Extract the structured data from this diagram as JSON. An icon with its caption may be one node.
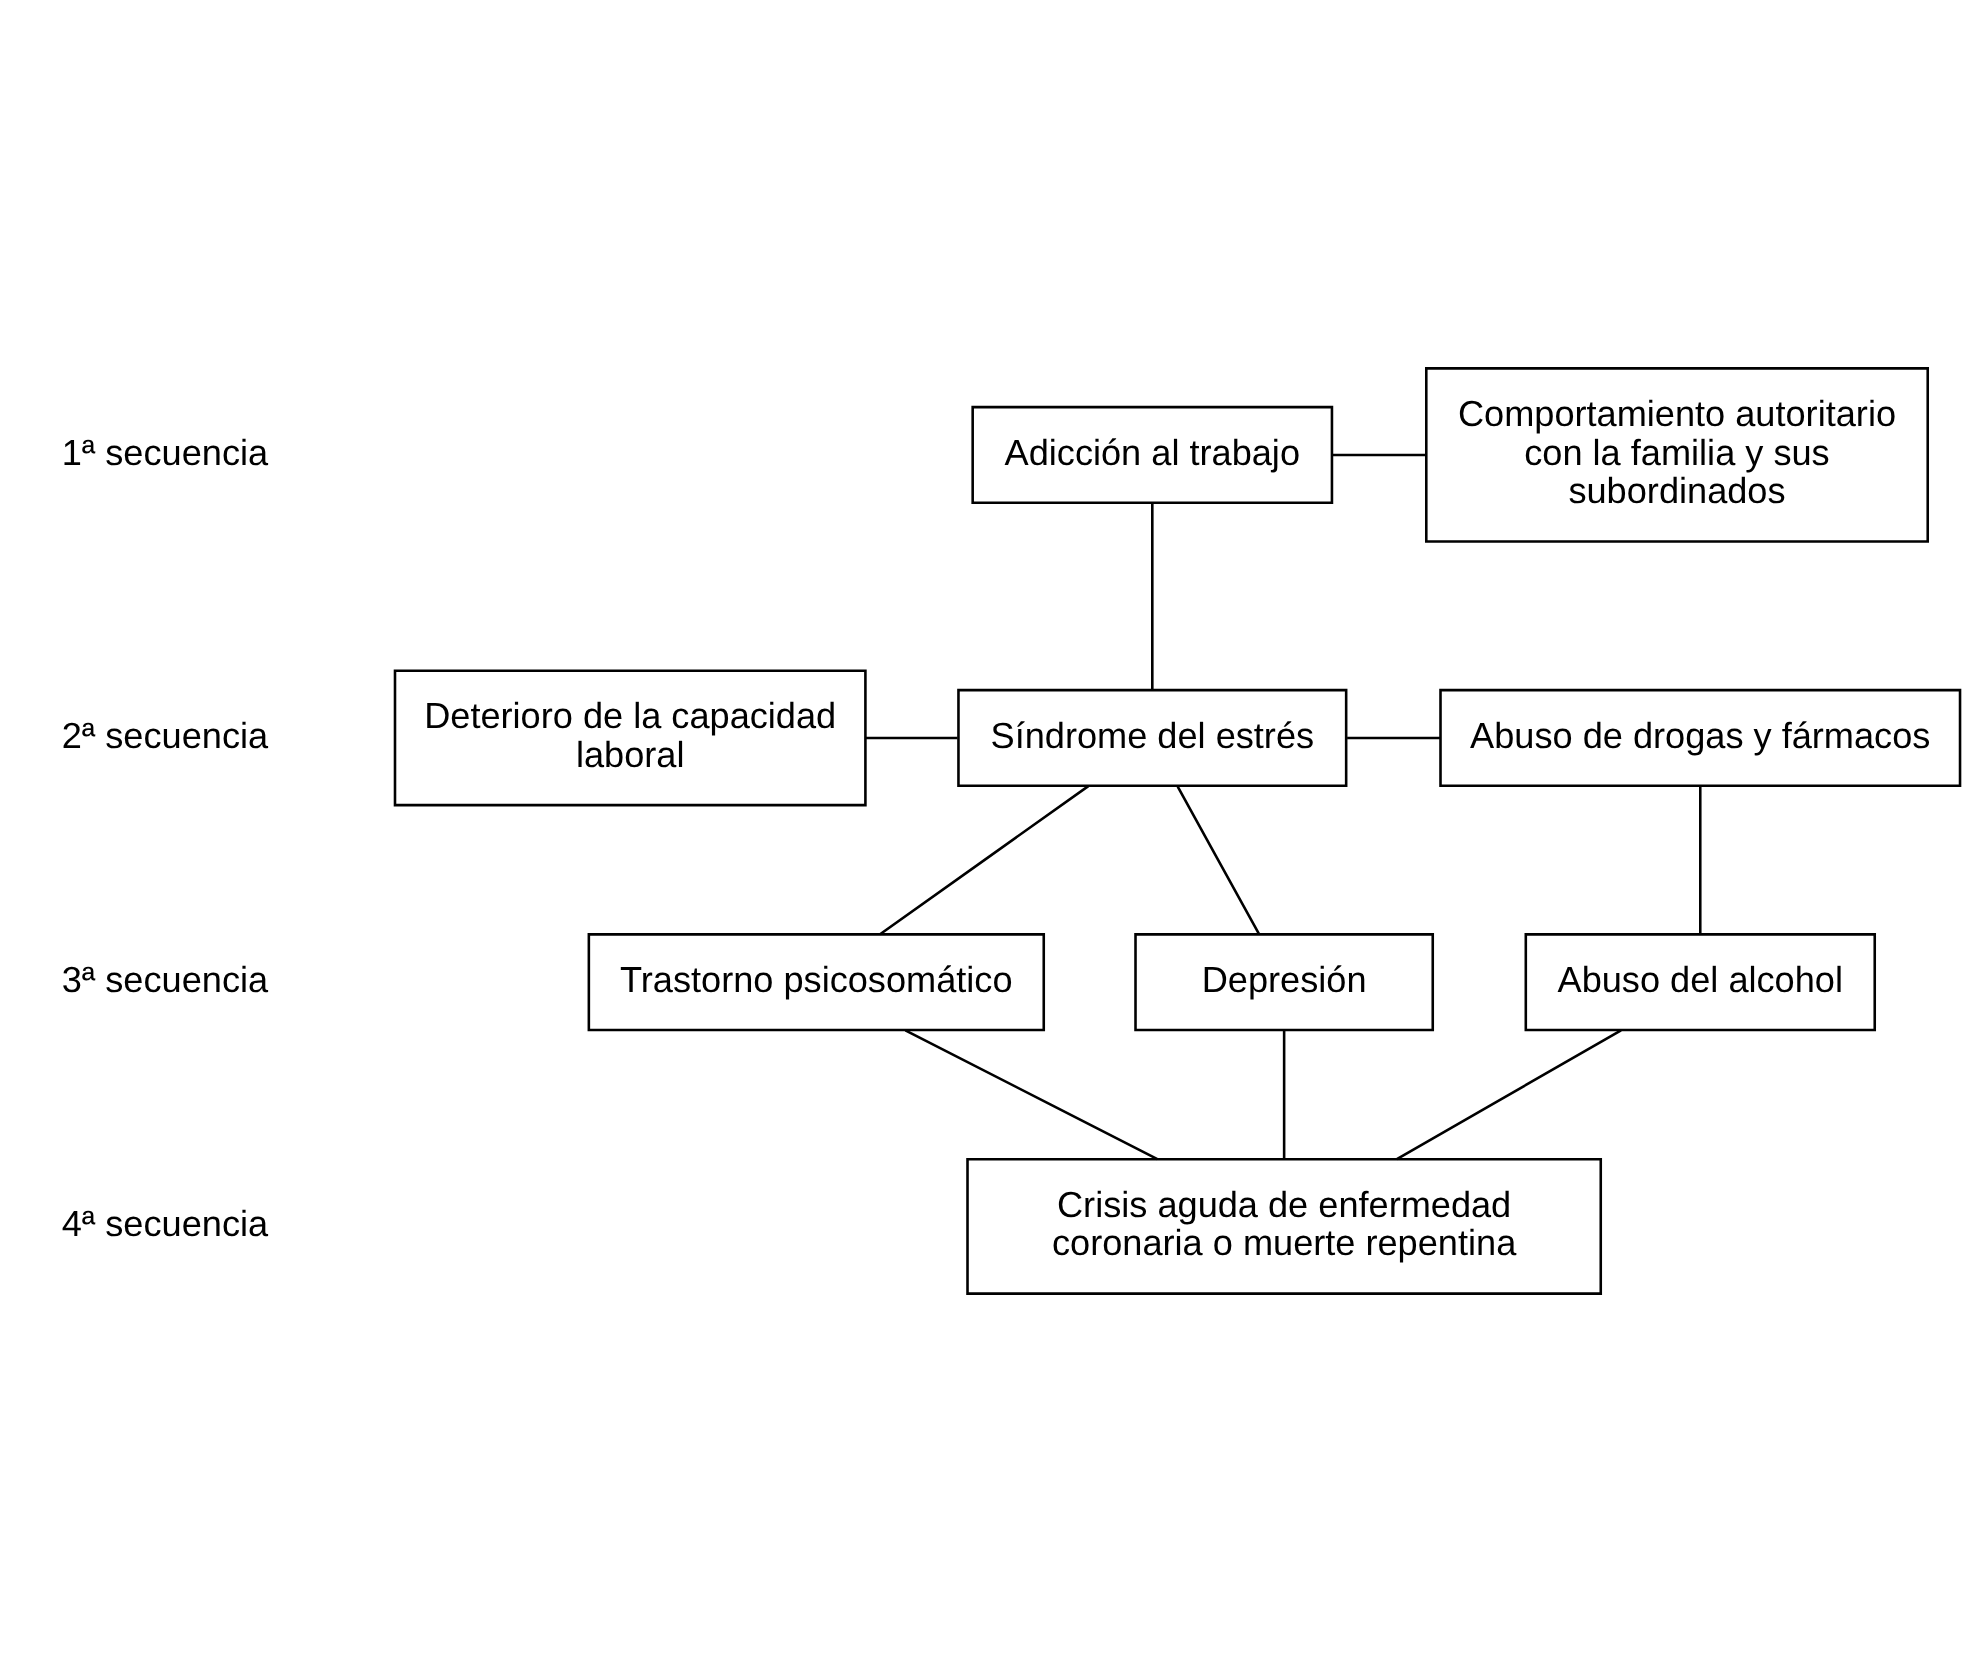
{
  "diagram": {
    "nodes": [
      {
        "text": [
          "Adicción al trabajo"
        ]
      },
      {
        "text": [
          "Comportamiento autoritario con la familia y sus subordinados"
        ]
      },
      {
        "text": [
          "Deterioro de la capacidad laboral"
        ]
      },
      {
        "text": [
          "Síndrome del estrés"
        ]
      },
      {
        "text": [
          "Abuso de drogas y fármacos"
        ]
      },
      {
        "text": [
          "Depresión"
        ]
      },
      {
        "text": [
          "Trastorno psicosomático"
        ]
      },
      {
        "text": [
          "Abuso del alcohol"
        ]
      },
      {
        "text": [
          "Crisis aguda de enfermedad coronaria o muerte repentina"
        ]
      }
    ],
    "edges": [
      {
        "from": 0,
        "to": 1,
        "arrow": "none"
      },
      {
        "from": 0,
        "to": 3,
        "arrow": "none"
      },
      {
        "from": 2,
        "to": 3,
        "arrow": "none"
      },
      {
        "from": 3,
        "to": 4,
        "arrow": "none"
      },
      {
        "from": 3,
        "to": 5,
        "arrow": "none"
      },
      {
        "from": 3,
        "to": 6,
        "arrow": "none"
      },
      {
        "from": 4,
        "to": 7,
        "arrow": "none"
      },
      {
        "from": 5,
        "to": 8,
        "arrow": "none"
      },
      {
        "from": 6,
        "to": 8,
        "arrow": "none"
      },
      {
        "from": 7,
        "to": 8,
        "arrow": "none"
      }
    ],
    "labels": [
      "1ª secuencia",
      "2ª secuencia",
      "3ª secuencia",
      "4ª secuencia"
    ]
  }
}
